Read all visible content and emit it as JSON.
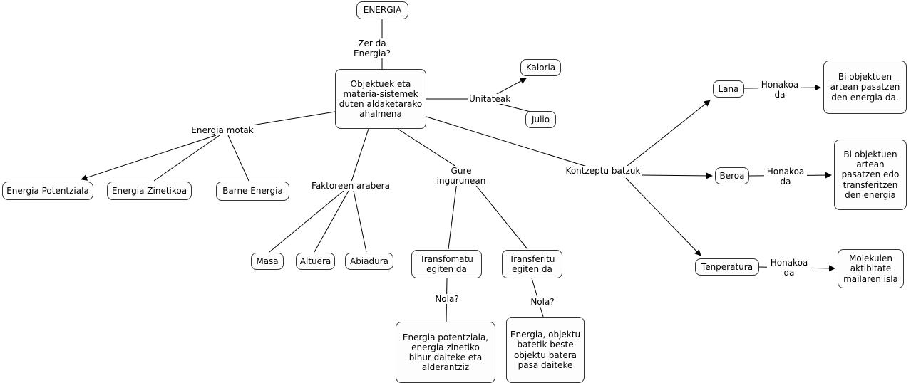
{
  "title": "ENERGIA concept map",
  "colors": {
    "node_border": "#333333",
    "node_background": "#fdfdfd",
    "connector_line": "#000000",
    "text": "#000000",
    "canvas_background": "#ffffff"
  },
  "nodes": {
    "energia": "ENERGIA",
    "central": "Objektuek eta materia-sistemek duten aldaketarako ahalmena",
    "kaloria": "Kaloria",
    "julio": "Julio",
    "energia_potentziala": "Energia Potentziala",
    "energia_zinetikoa": "Energia Zinetikoa",
    "barne_energia": "Barne Energia",
    "masa": "Masa",
    "altuera": "Altuera",
    "abiadura": "Abiadura",
    "transfomatu": "Transfomatu egiten da",
    "transferitu": "Transferitu egiten da",
    "transform_detail": "Energia potentziala, energia zinetiko bihur daiteke eta alderantziz",
    "transfer_detail": "Energia, objektu batetik beste objektu batera pasa daiteke",
    "lana": "Lana",
    "lana_detail": "Bi objektuen artean pasatzen den energia da.",
    "beroa": "Beroa",
    "beroa_detail": "Bi objektuen artean pasatzen edo transferitzen den energia",
    "tenperatura": "Tenperatura",
    "tenperatura_detail": "Molekulen aktibitate mailaren isla"
  },
  "labels": {
    "zer_da": "Zer da Energia?",
    "unitateak": "Unitateak",
    "energia_motak": "Energia motak",
    "faktoreen": "Faktoreen arabera",
    "gure_ingurunean": "Gure ingurunean",
    "kontzeptu": "Kontzeptu batzuk",
    "honakoa_1": "Honakoa da",
    "honakoa_2": "Honakoa da",
    "honakoa_3": "Honakoa da",
    "nola_1": "Nola?",
    "nola_2": "Nola?"
  }
}
